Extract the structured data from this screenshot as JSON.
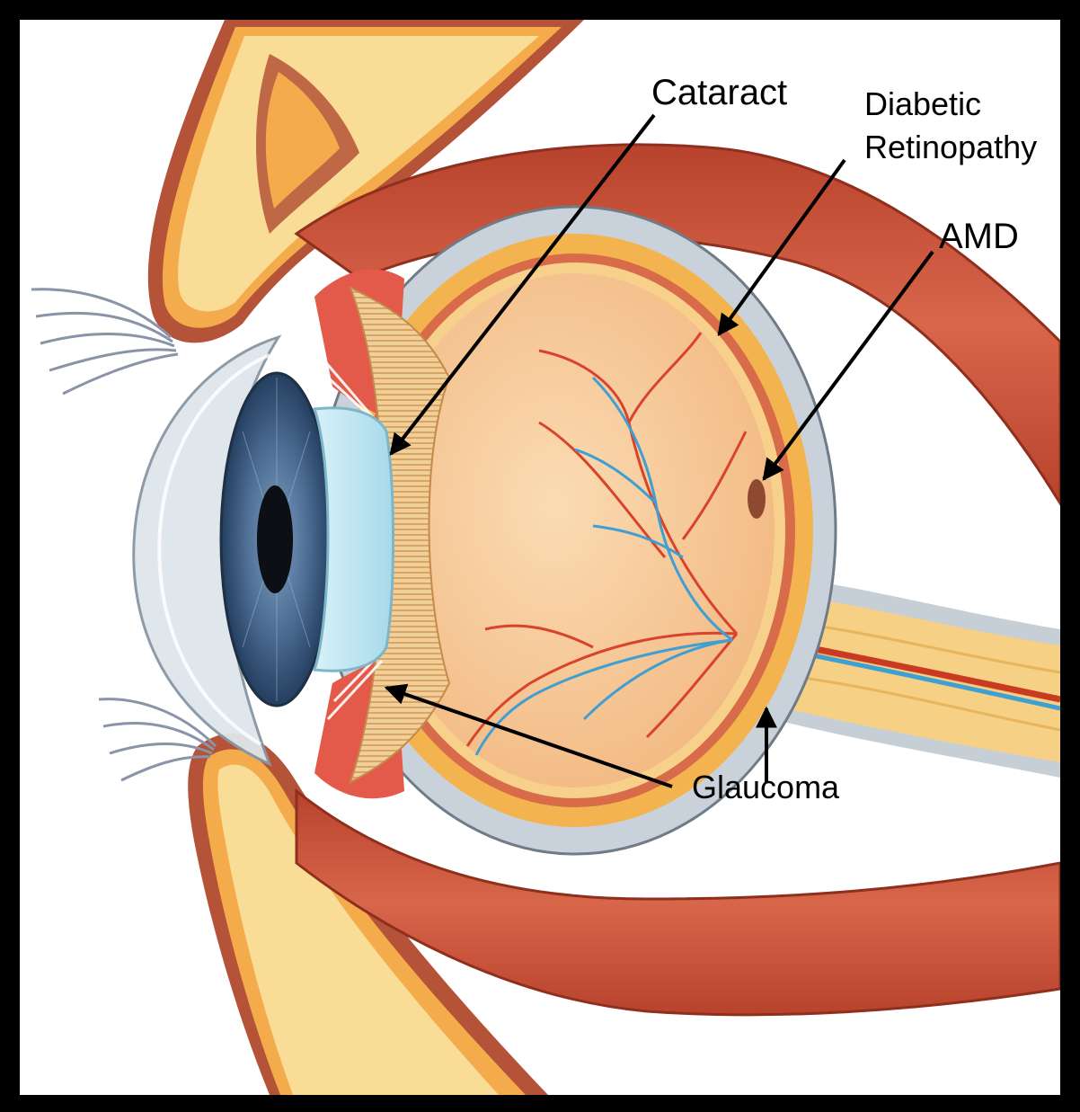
{
  "diagram": {
    "labels": {
      "cataract": "Cataract",
      "diabetic_line1": "Diabetic",
      "diabetic_line2": "Retinopathy",
      "amd": "AMD",
      "glaucoma": "Glaucoma"
    },
    "colors": {
      "frame": "#000000",
      "background": "#ffffff",
      "muscle": "#c9553a",
      "fat": "#f6c55f",
      "sclera": "#cfd6dc",
      "vitreous": "#f8cfa0",
      "iris": "#3d5f86",
      "lens": "#bfe6f2",
      "artery": "#d9432b",
      "vein": "#3f9fd3"
    }
  }
}
